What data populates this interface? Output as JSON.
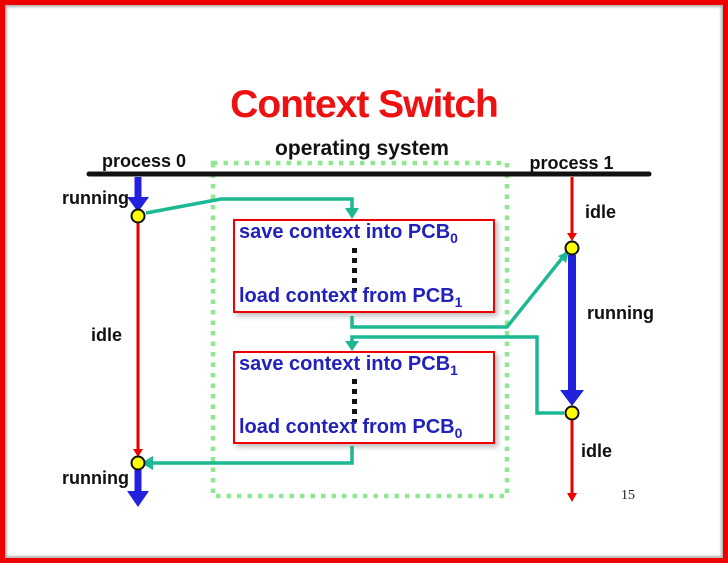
{
  "slide": {
    "title": "Context Switch",
    "page_number": "15"
  },
  "columns": {
    "left": "process 0",
    "center": "operating system",
    "right": "process 1"
  },
  "timeline_labels": {
    "p0_running_top": "running",
    "p0_idle": "idle",
    "p0_running_bottom": "running",
    "p1_idle_top": "idle",
    "p1_running": "running",
    "p1_idle_bottom": "idle"
  },
  "os_boxes": [
    {
      "line1": {
        "text": "save context into PCB",
        "sub": "0"
      },
      "line2": {
        "text": "load context from PCB",
        "sub": "1"
      }
    },
    {
      "line1": {
        "text": "save context into PCB",
        "sub": "1"
      },
      "line2": {
        "text": "load context from PCB",
        "sub": "0"
      }
    }
  ],
  "colors": {
    "frame_red": "#ee0000",
    "title_red": "#ee1111",
    "box_red": "#ee0000",
    "idle_red": "#ee0000",
    "arrow_blue": "#2222dd",
    "text_blue": "#2222bb",
    "connector_teal": "#1cb894",
    "os_green": "#90e890",
    "node_yellow": "#ffff00",
    "timeline_black": "#111111",
    "label_black": "#111111"
  }
}
